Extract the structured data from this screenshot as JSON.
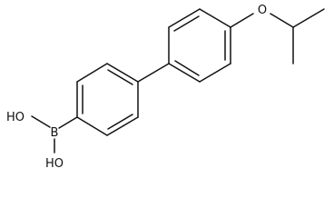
{
  "molecule": {
    "atoms": {
      "boron": "B",
      "hydroxyl_top": "HO",
      "hydroxyl_bottom": "HO",
      "ether_oxygen": "O"
    },
    "colors": {
      "line": "#111111",
      "background": "#ffffff"
    }
  }
}
